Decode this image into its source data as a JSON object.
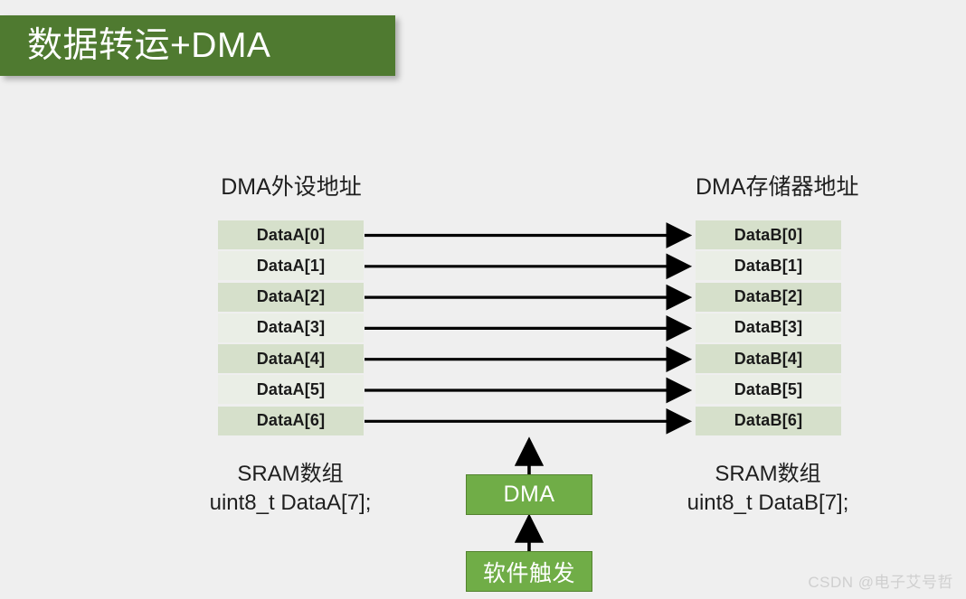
{
  "slide": {
    "title": "数据转运+DMA",
    "background_color": "#efefef",
    "title_bar_color": "#4f7a30"
  },
  "headers": {
    "left": "DMA外设地址",
    "right": "DMA存储器地址"
  },
  "tables": {
    "left": {
      "cells": [
        "DataA[0]",
        "DataA[1]",
        "DataA[2]",
        "DataA[3]",
        "DataA[4]",
        "DataA[5]",
        "DataA[6]"
      ]
    },
    "right": {
      "cells": [
        "DataB[0]",
        "DataB[1]",
        "DataB[2]",
        "DataB[3]",
        "DataB[4]",
        "DataB[5]",
        "DataB[6]"
      ]
    },
    "row_shade_dark": "#d6e0cb",
    "row_shade_light": "#eaeee6"
  },
  "captions": {
    "left_line1": "SRAM数组",
    "left_line2": "uint8_t DataA[7];",
    "right_line1": "SRAM数组",
    "right_line2": "uint8_t DataB[7];"
  },
  "boxes": {
    "dma": "DMA",
    "trigger": "软件触发",
    "fill_color": "#70ad47",
    "border_color": "#53822f"
  },
  "arrows": {
    "transfer_count": 7,
    "direction": "left-to-right",
    "color": "#000000",
    "vertical_up_count": 2
  },
  "watermark": "CSDN @电子艾号哲"
}
